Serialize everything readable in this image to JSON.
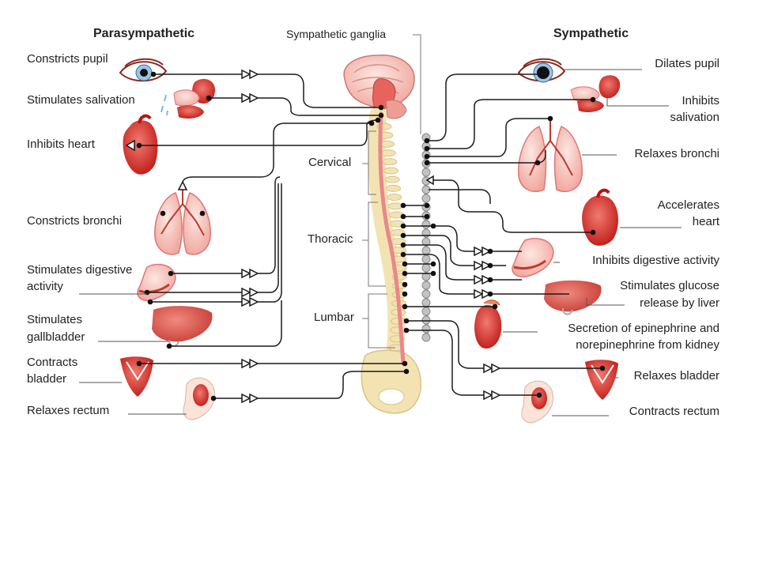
{
  "headers": {
    "parasympathetic": "Parasympathetic",
    "sympathetic": "Sympathetic",
    "ganglia": "Sympathetic ganglia"
  },
  "regions": {
    "cervical": "Cervical",
    "thoracic": "Thoracic",
    "lumbar": "Lumbar"
  },
  "parasympathetic_effects": [
    "Constricts pupil",
    "Stimulates salivation",
    "Inhibits heart",
    "Constricts bronchi",
    "Stimulates digestive",
    "activity",
    "Stimulates",
    "gallbladder",
    "Contracts",
    "bladder",
    "Relaxes rectum"
  ],
  "sympathetic_effects": [
    "Dilates pupil",
    "Inhibits",
    "salivation",
    "Relaxes bronchi",
    "Accelerates",
    "heart",
    "Inhibits digestive activity",
    "Stimulates glucose",
    "release by liver",
    "Secretion of epinephrine and",
    "norepinephrine from kidney",
    "Relaxes bladder",
    "Contracts rectum"
  ],
  "colors": {
    "organ_red": "#d9312b",
    "organ_pink": "#f2b3ad",
    "bone": "#f4e3b2",
    "spinal_cord": "#e8888a",
    "ganglia": "#b9b9b9",
    "line": "#1a1a1a"
  }
}
